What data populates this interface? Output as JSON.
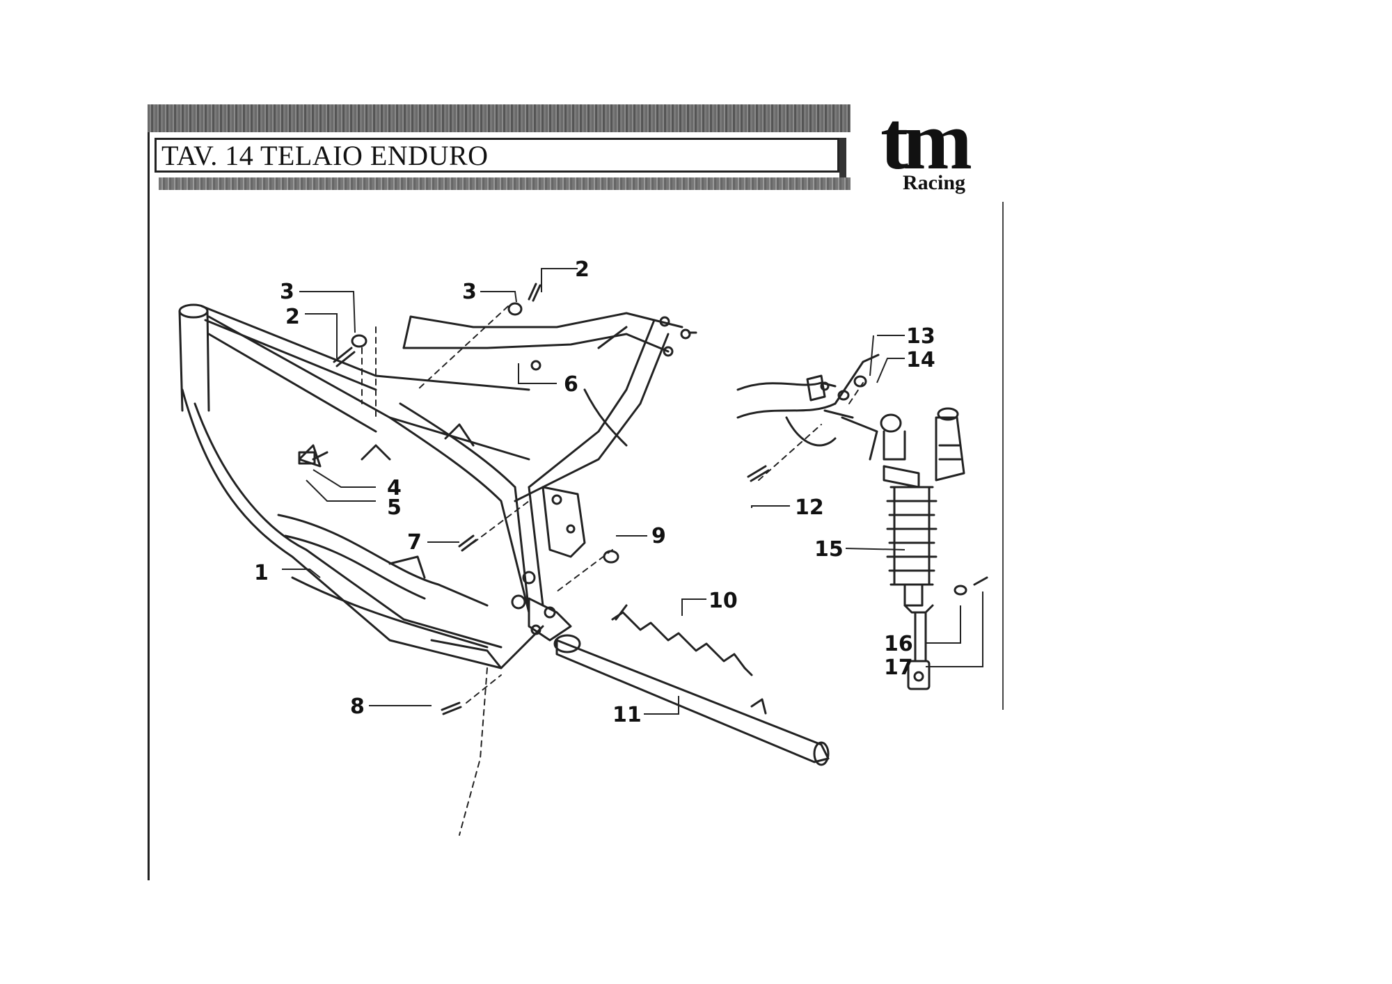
{
  "sheet": {
    "title": "TAV. 14 TELAIO ENDURO",
    "logo": {
      "mark": "tm",
      "subtitle": "Racing"
    }
  },
  "callouts": [
    {
      "id": "c1",
      "label": "1"
    },
    {
      "id": "c2a",
      "label": "2"
    },
    {
      "id": "c2b",
      "label": "2"
    },
    {
      "id": "c3a",
      "label": "3"
    },
    {
      "id": "c3b",
      "label": "3"
    },
    {
      "id": "c4",
      "label": "4"
    },
    {
      "id": "c5",
      "label": "5"
    },
    {
      "id": "c6",
      "label": "6"
    },
    {
      "id": "c7",
      "label": "7"
    },
    {
      "id": "c8",
      "label": "8"
    },
    {
      "id": "c9",
      "label": "9"
    },
    {
      "id": "c10",
      "label": "10"
    },
    {
      "id": "c11",
      "label": "11"
    },
    {
      "id": "c12",
      "label": "12"
    },
    {
      "id": "c13",
      "label": "13"
    },
    {
      "id": "c14",
      "label": "14"
    },
    {
      "id": "c15",
      "label": "15"
    },
    {
      "id": "c16",
      "label": "16"
    },
    {
      "id": "c17",
      "label": "17"
    }
  ]
}
